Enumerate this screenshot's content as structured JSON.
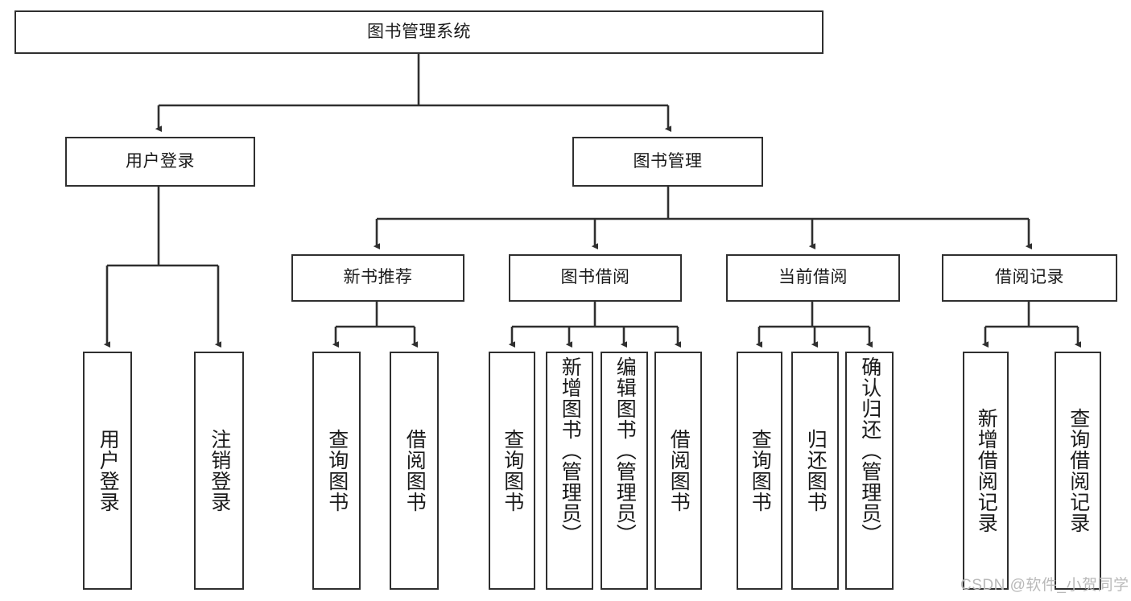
{
  "diagram": {
    "title": "图书管理系统",
    "type": "hierarchy-tree",
    "watermark": "CSDN @软件_小贺同学",
    "colors": {
      "stroke": "#2f2f2f",
      "fill": "#ffffff",
      "text": "#1a1a1a",
      "watermark": "#b9b9b9"
    },
    "nodes": {
      "root": {
        "label": "图书管理系统"
      },
      "level2": [
        {
          "label": "用户登录"
        },
        {
          "label": "图书管理"
        }
      ],
      "level3": [
        {
          "label": "新书推荐"
        },
        {
          "label": "图书借阅"
        },
        {
          "label": "当前借阅"
        },
        {
          "label": "借阅记录"
        }
      ],
      "leaves": {
        "user_login": [
          {
            "label": "用户登录"
          },
          {
            "label": "注销登录"
          }
        ],
        "new_book_recommend": [
          {
            "label": "查询图书"
          },
          {
            "label": "借阅图书"
          }
        ],
        "book_borrow": [
          {
            "label": "查询图书"
          },
          {
            "label": "新增图书（管理员）"
          },
          {
            "label": "编辑图书（管理员）"
          },
          {
            "label": "借阅图书"
          }
        ],
        "current_borrow": [
          {
            "label": "查询图书"
          },
          {
            "label": "归还图书"
          },
          {
            "label": "确认归还（管理员）"
          }
        ],
        "borrow_record": [
          {
            "label": "新增借阅记录"
          },
          {
            "label": "查询借阅记录"
          }
        ]
      }
    }
  }
}
